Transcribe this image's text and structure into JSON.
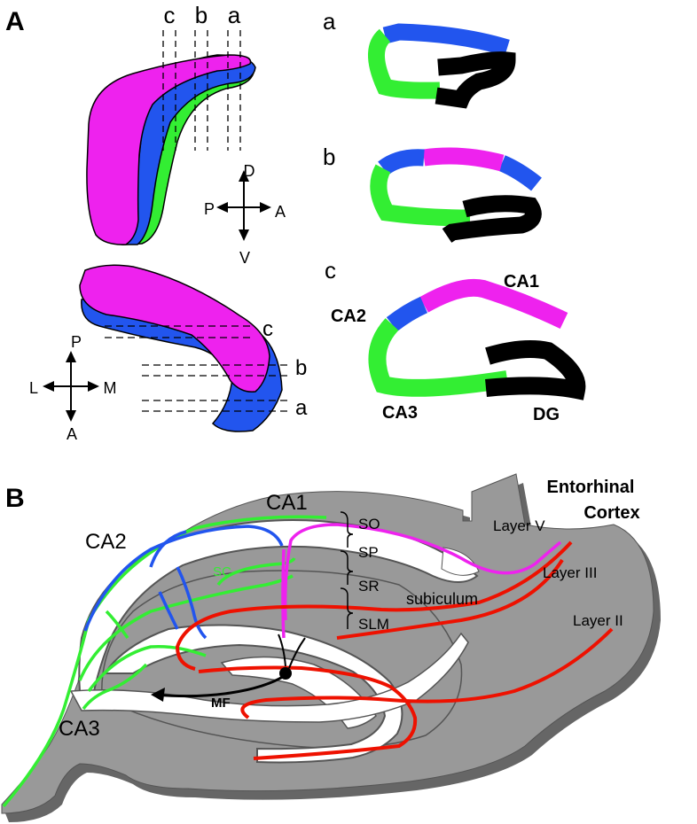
{
  "panel_a": {
    "panel_label": "A",
    "top_cut_labels": [
      "c",
      "b",
      "a"
    ],
    "compass_top": {
      "up": "D",
      "down": "V",
      "left": "P",
      "right": "A"
    },
    "compass_bottom": {
      "up": "P",
      "down": "A",
      "left": "L",
      "right": "M"
    },
    "bottom_cut_labels": [
      "c",
      "b",
      "a"
    ],
    "section_labels": [
      "a",
      "b",
      "c"
    ],
    "section_c_regions": {
      "ca1": "CA1",
      "ca2": "CA2",
      "ca3": "CA3",
      "dg": "DG"
    }
  },
  "panel_b": {
    "panel_label": "B",
    "region_ca1": "CA1",
    "region_ca2": "CA2",
    "region_ca3": "CA3",
    "cortex_line1": "Entorhinal",
    "cortex_line2": "Cortex",
    "layers": [
      "SO",
      "SP",
      "SR",
      "SLM"
    ],
    "subiculum": "subiculum",
    "ec_layers": [
      "Layer V",
      "Layer III",
      "Layer II"
    ],
    "sc_label": "SC",
    "mf_label": "MF"
  },
  "colors": {
    "magenta": "#ee22ee",
    "blue": "#2255ee",
    "green": "#33ee33",
    "black": "#000000",
    "red": "#ee1100",
    "gray": "#999999",
    "dark_gray": "#666666"
  }
}
